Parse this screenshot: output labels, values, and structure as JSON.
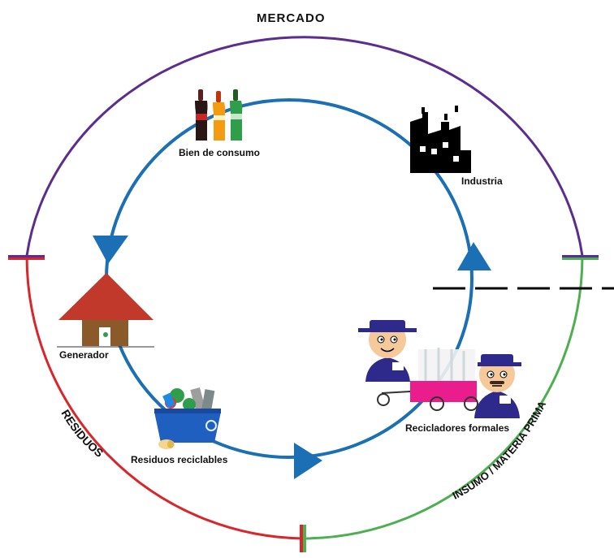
{
  "diagram": {
    "ring_labels": {
      "market": "MERCADO",
      "waste": "RESIDUOS",
      "input": "INSUMO / MATERIA PRIMA"
    },
    "nodes": {
      "consumer_good": "Bien de consumo",
      "industry": "Industria",
      "generator": "Generador",
      "recyclables": "Residuos reciclables",
      "formal_recyclers": "Recicladores formales"
    },
    "colors": {
      "market": "#5b2d8e",
      "waste": "#d9262b",
      "input": "#4caf50",
      "flow": "#1a6fb5",
      "house_roof": "#c0392b",
      "house_wall": "#8b5a2b",
      "basket": "#1f5fbf",
      "cart": "#e91e8c",
      "recycler": "#2e2a8c",
      "face": "#f5c99a",
      "industry": "#000000"
    },
    "icons": [
      "bottles-icon",
      "factory-icon",
      "house-icon",
      "recycling-bin-icon",
      "recyclers-icon",
      "cart-icon"
    ]
  }
}
